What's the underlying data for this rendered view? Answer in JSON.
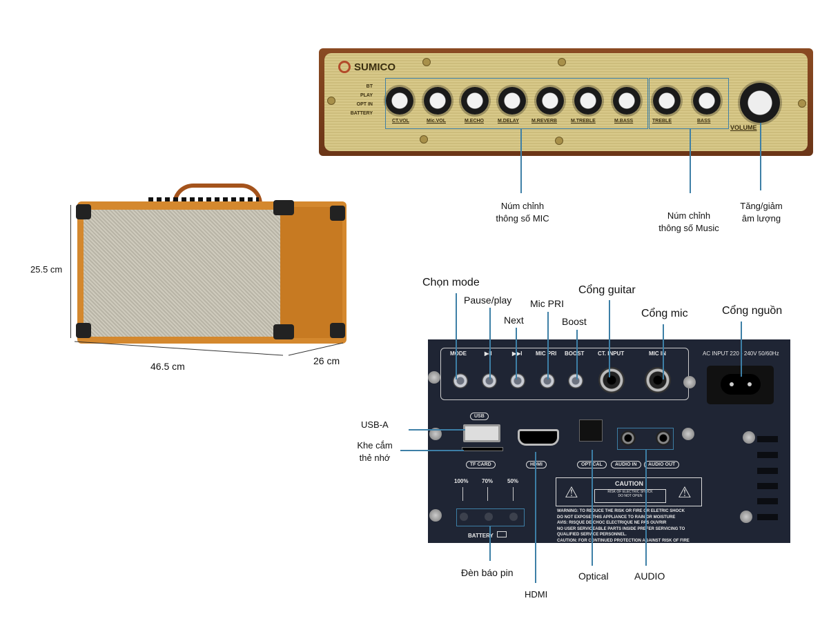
{
  "top_panel": {
    "brand": "SUMICO",
    "indicators": [
      "BT",
      "PLAY",
      "OPT IN",
      "BATTERY"
    ],
    "mic_knobs": [
      "CT.VOL",
      "Mic.VOL",
      "M.ECHO",
      "M.DELAY",
      "M.REVERB",
      "M.TREBLE",
      "M.BASS"
    ],
    "music_knobs": [
      "TREBLE",
      "BASS"
    ],
    "volume_label": "VOLUME",
    "callouts": {
      "mic": [
        "Núm chỉnh",
        "thông số MIC"
      ],
      "music": [
        "Núm chỉnh",
        "thông số Music"
      ],
      "volume": [
        "Tăng/giảm",
        "âm lượng"
      ]
    }
  },
  "speaker": {
    "height": "25.5 cm",
    "width": "46.5 cm",
    "depth": "26 cm"
  },
  "back_panel": {
    "top_labels": [
      "MODE",
      "▶II",
      "▶▶I",
      "MIC PRI",
      "BOOST",
      "CT. INPUT",
      "MIC IN"
    ],
    "ac_input": "AC INPUT 220 - 240V 50/60Hz",
    "usb": "USB",
    "tf_card": "TF CARD",
    "hdmi": "HDMI",
    "optical": "OPTICAL",
    "audio_in": "AUDIO IN",
    "audio_out": "AUDIO OUT",
    "battery_levels": [
      "100%",
      "70%",
      "50%"
    ],
    "battery": "BATTERY",
    "caution_title": "CAUTION",
    "caution_box": [
      "RISK OF ELECTRIC SHOCK",
      "DO NOT OPEN"
    ],
    "warning_lines": [
      "WARNING: TO REDUCE THE RISK OR FIRE OR ELETRIC SHOCK",
      "DO NOT EXPOSE THIS APPLIANCE TO RAIN OR MOISTURE",
      "AVIS: RISQUE DE CHOC ELECTRIQUE NE PAS OUVRIR",
      "NO USER SERVICEABLE PARTS INSIDE PREFER SERVICING TO",
      "QUALIFIED SERVICE PERSONNEL.",
      "CAUTION: FOR CONTINUED PROTECTION AGAINST RISK OF FIRE"
    ]
  },
  "callouts": {
    "mode": "Chọn mode",
    "pause_play": "Pause/play",
    "next": "Next",
    "mic_pri": "Mic PRI",
    "boost": "Boost",
    "guitar": "Cổng guitar",
    "mic": "Cổng mic",
    "power": "Cổng nguồn",
    "usb_a": "USB-A",
    "sd": [
      "Khe cắm",
      "thẻ nhớ"
    ],
    "battery_led": "Đèn báo pin",
    "hdmi": "HDMI",
    "optical": "Optical",
    "audio": "AUDIO"
  }
}
